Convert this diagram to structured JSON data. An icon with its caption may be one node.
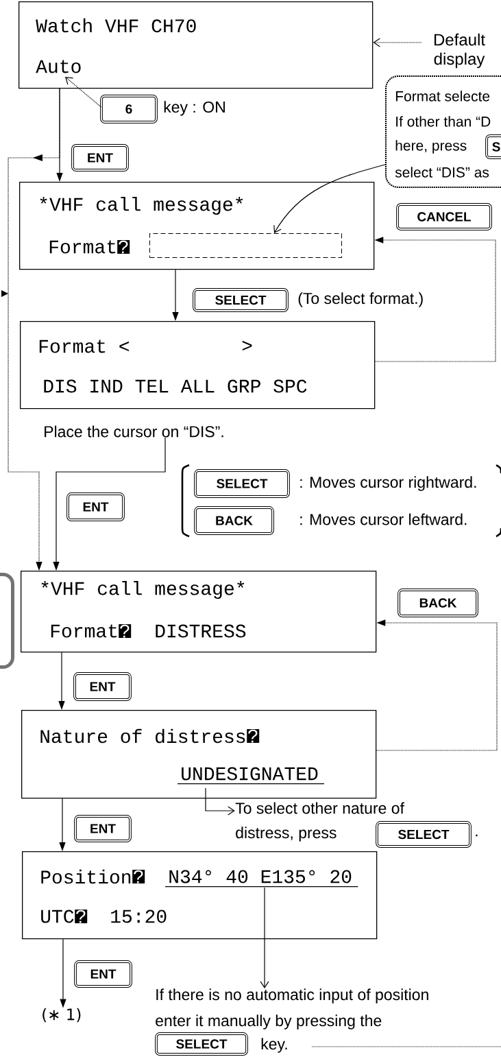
{
  "diagram": {
    "nodes": [
      {
        "text": [
          "Watch VHF CH70",
          "Auto"
        ]
      },
      {
        "text": [
          "Default display"
        ]
      },
      {
        "text": [
          "6"
        ],
        "beside": [
          "key : ON"
        ]
      },
      {
        "text": [
          "Format selecte",
          "If other than “D",
          "here, press",
          "select “DIS” as"
        ]
      },
      {
        "text": [
          "S"
        ],
        "in": 3
      },
      {
        "text": [
          "ENT"
        ]
      },
      {
        "text": [
          "*VHF call message*",
          "Format",
          "?"
        ]
      },
      {
        "text": [],
        "shape": "box",
        "in": 6
      },
      {
        "text": [
          "CANCEL"
        ]
      },
      {
        "text": [
          "SELECT"
        ],
        "beside": [
          "(To select format.)"
        ]
      },
      {
        "text": [
          "Format <",
          ">",
          "DIS IND TEL ALL GRP SPC"
        ]
      },
      {
        "text": [
          "Place the cursor on “DIS”."
        ]
      },
      {
        "text": [
          "ENT"
        ]
      },
      {
        "text": [
          "SELECT"
        ],
        "beside": [
          ": Moves cursor rightward."
        ]
      },
      {
        "text": [
          "BACK"
        ],
        "beside": [
          ": Moves cursor leftward."
        ]
      },
      {
        "text": [],
        "shape": "box"
      },
      {
        "text": [
          "*VHF call message*",
          "Format",
          "?",
          "DISTRESS"
        ]
      },
      {
        "text": [
          "BACK"
        ]
      },
      {
        "text": [
          "ENT"
        ]
      },
      {
        "text": [
          "Nature of distress",
          "?",
          "UNDESIGNATED"
        ]
      },
      {
        "text": [
          "To select other nature of",
          "distress, press",
          "."
        ]
      },
      {
        "text": [
          "SELECT"
        ],
        "in": 20
      },
      {
        "text": [
          "ENT"
        ]
      },
      {
        "text": [
          "Position",
          "?",
          "N34° 40 E135° 20",
          "UTC",
          "?",
          "15:20"
        ]
      },
      {
        "text": [
          "ENT"
        ]
      },
      {
        "text": [
          "(∗ 1)"
        ]
      },
      {
        "text": [
          "If there is no automatic input of position",
          "enter it manually by pressing the",
          "key."
        ]
      },
      {
        "text": [
          "SELECT"
        ],
        "in": 26
      }
    ],
    "edges": [
      {
        "from": 1,
        "to": 0,
        "arrow": "to",
        "style": "dashed"
      },
      {
        "from": 2,
        "to": 0,
        "arrow": "to",
        "style": "dashed"
      },
      {
        "from": 0,
        "to": 6,
        "arrow": "to"
      },
      {
        "from": 3,
        "to": 7,
        "arrow": "to"
      },
      {
        "from": 6,
        "to": 10,
        "arrow": "to"
      },
      {
        "from": 10,
        "to": 6,
        "arrow": "to",
        "style": "dashed"
      },
      {
        "from": 11,
        "to": 16,
        "arrow": "to"
      },
      {
        "from": 0,
        "to": 16,
        "arrow": "to",
        "style": "dashed"
      },
      {
        "from": 16,
        "to": 19,
        "arrow": "to"
      },
      {
        "from": 19,
        "to": 16,
        "arrow": "to",
        "style": "dashed"
      },
      {
        "from": 19,
        "to": 20,
        "arrow": "to"
      },
      {
        "from": 19,
        "to": 23,
        "arrow": "to"
      },
      {
        "from": 23,
        "to": 26,
        "arrow": "to"
      },
      {
        "from": 23,
        "to": 25,
        "arrow": "to"
      },
      {
        "from": 26,
        "to": null,
        "arrow": "none",
        "style": "dashed"
      }
    ]
  }
}
